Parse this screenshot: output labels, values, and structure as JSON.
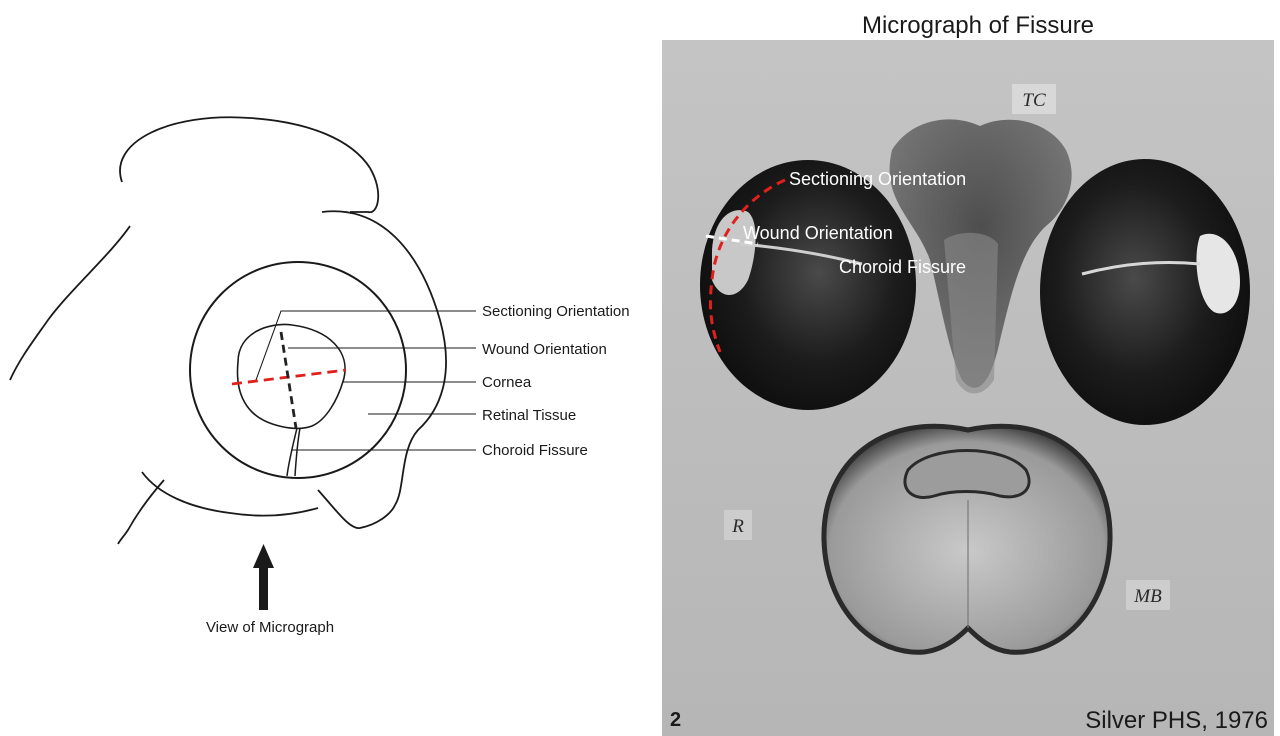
{
  "figure": {
    "micrograph_title": "Micrograph of Fissure",
    "citation": "Silver PHS, 1976",
    "panel_number": "2"
  },
  "schematic": {
    "labels": {
      "sectioning_orientation": "Sectioning Orientation",
      "wound_orientation": "Wound Orientation",
      "cornea": "Cornea",
      "retinal_tissue": "Retinal Tissue",
      "choroid_fissure": "Choroid Fissure"
    },
    "view_caption": "View of Micrograph"
  },
  "micrograph": {
    "overlay_labels": {
      "sectioning_orientation": "Sectioning Orientation",
      "wound_orientation": "Wound Orientation",
      "choroid_fissure": "Choroid Fissure"
    },
    "region_labels": {
      "tc": "TC",
      "r": "R",
      "mb": "MB"
    }
  },
  "colors": {
    "sectioning_line": "#e0201c",
    "wound_line_schematic": "#222222",
    "wound_line_micrograph": "#ffffff",
    "outline": "#1a1a1a",
    "micrograph_background": "#b2b2b2",
    "eye_fill": "#161616",
    "overlay_text": "#ffffff"
  }
}
